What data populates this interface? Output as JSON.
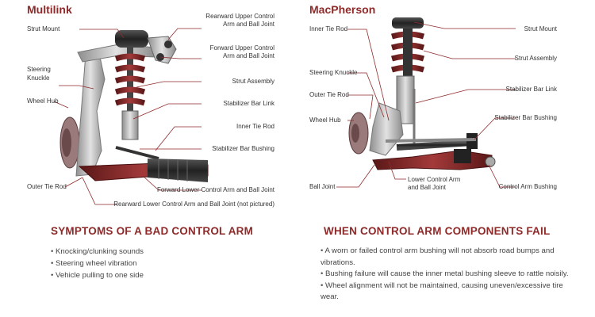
{
  "left": {
    "title": "Multilink",
    "labels": {
      "strut_mount": "Strut Mount",
      "steering_knuckle_1": "Steering",
      "steering_knuckle_2": "Knuckle",
      "wheel_hub": "Wheel Hub",
      "outer_tie_rod": "Outer Tie Rod",
      "rear_upper_1": "Rearward Upper Control",
      "rear_upper_2": "Arm and Ball Joint",
      "fwd_upper_1": "Forward Upper Control",
      "fwd_upper_2": "Arm and Ball Joint",
      "strut_assembly": "Strut Assembly",
      "stab_link": "Stabilizer Bar Link",
      "inner_tie_rod": "Inner Tie Rod",
      "stab_bushing": "Stabilizer Bar Bushing",
      "fwd_lower": "Forward Lower Control Arm and Ball Joint",
      "rear_lower": "Rearward Lower Control Arm and Ball Joint (not pictured)"
    },
    "heading": "SYMPTOMS OF A BAD CONTROL ARM",
    "symptoms": [
      "Knocking/clunking sounds",
      "Steering wheel vibration",
      "Vehicle pulling to one side"
    ]
  },
  "right": {
    "title": "MacPherson",
    "labels": {
      "inner_tie_rod": "Inner Tie Rod",
      "steering_knuckle": "Steering Knuckle",
      "outer_tie_rod": "Outer Tie Rod",
      "wheel_hub": "Wheel Hub",
      "ball_joint": "Ball Joint",
      "lower_arm_1": "Lower Control Arm",
      "lower_arm_2": "and Ball Joint",
      "strut_mount": "Strut Mount",
      "strut_assembly": "Strut Assembly",
      "stab_link": "Stabilizer Bar Link",
      "stab_bushing_1": "Stabilizer Bar Bushing",
      "arm_bushing": "Control Arm Bushing"
    },
    "heading": "WHEN CONTROL ARM COMPONENTS FAIL",
    "failures": [
      "A worn or failed control arm bushing will not absorb road bumps and vibrations.",
      "Bushing failure will cause the inner metal bushing sleeve to rattle noisily.",
      "Wheel alignment will not be maintained, causing uneven/excessive tire wear."
    ]
  },
  "colors": {
    "accent": "#8f2a2a",
    "spring": "#7a2525",
    "metal": "#b8b8b8",
    "leader": "#8f2a2a"
  }
}
